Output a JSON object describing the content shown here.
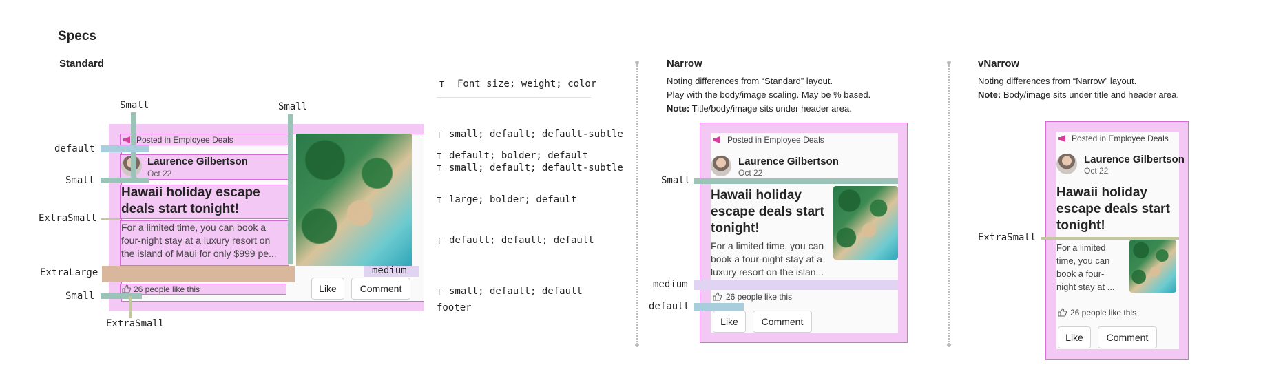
{
  "page_title": "Specs",
  "legend": {
    "header": "Font size; weight; color",
    "rows": [
      "small; default; default-subtle",
      "default; bolder; default",
      "small; default; default-subtle",
      "large; bolder; default",
      "default; default; default",
      "small; default; default"
    ],
    "footer": "footer",
    "t_glyph": "T"
  },
  "standard": {
    "heading": "Standard",
    "labels": {
      "small_top_left": "Small",
      "small_top_right": "Small",
      "default": "default",
      "small_mid": "Small",
      "extrasmall_mid": "ExtraSmall",
      "extralarge": "ExtraLarge",
      "small_bottom": "Small",
      "extrasmall_bottom": "ExtraSmall",
      "medium": "medium"
    }
  },
  "narrow": {
    "heading": "Narrow",
    "notes": [
      "Noting differences from “Standard” layout.",
      "Play with the body/image scaling. May be % based."
    ],
    "note_bold": "Note:",
    "note_rest": "Title/body/image sits under header area.",
    "labels": {
      "small": "Small",
      "medium": "medium",
      "default": "default"
    }
  },
  "vnarrow": {
    "heading": "vNarrow",
    "notes": [
      "Noting differences from “Narrow” layout."
    ],
    "note_bold": "Note:",
    "note_rest": "Body/image sits under title and header area.",
    "labels": {
      "extrasmall": "ExtraSmall"
    }
  },
  "card": {
    "posted_in": "Posted in Employee Deals",
    "author": "Laurence Gilbertson",
    "date": "Oct 22",
    "title": "Hawaii holiday escape deals start tonight!",
    "body_standard": "For a limited time, you can book a four-night stay at a luxury resort on the island of Maui for only $999 pe...",
    "body_narrow": "For a limited time, you can book a four-night stay at a luxury resort on the islan...",
    "body_vnarrow": "For a limited time, you can book a four-night stay at ...",
    "likes": "26 people like this",
    "like_button": "Like",
    "comment_button": "Comment"
  },
  "colors": {
    "spacing_pink": "#f4c8f4",
    "teal": "#9cc3b8",
    "sand": "#d8b79c",
    "olive": "#c4c79c",
    "lavender": "#e1d4f2",
    "blue": "#a8cddc",
    "megaphone": "#d63f9b"
  },
  "icons": [
    "megaphone-icon",
    "thumbs-up-icon"
  ]
}
